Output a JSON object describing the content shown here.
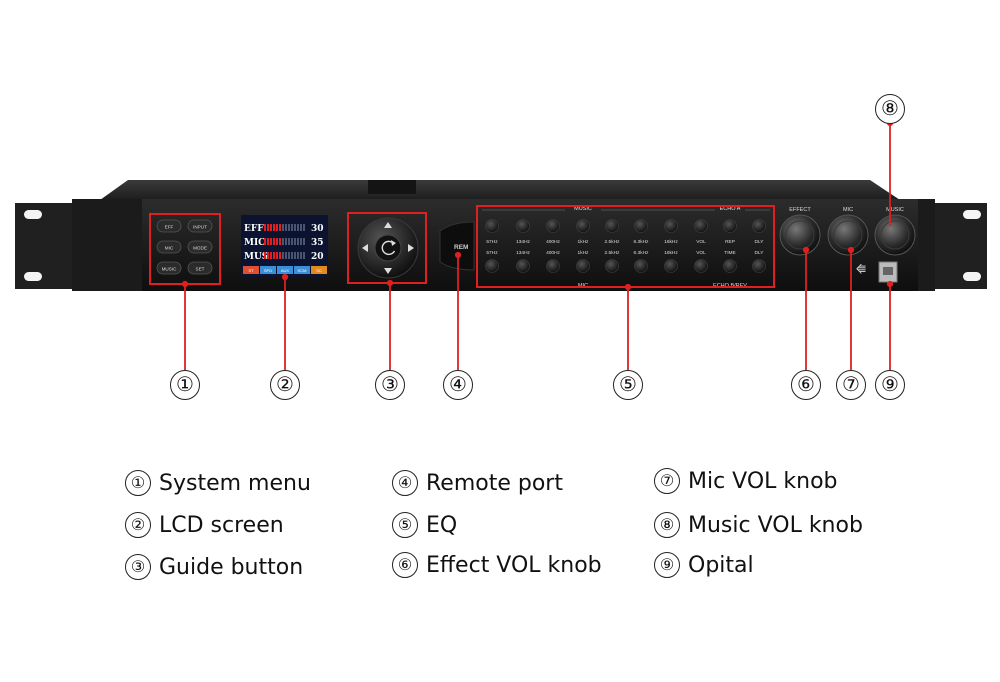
{
  "device": {
    "menu_buttons": [
      "EFF",
      "INPUT",
      "MIC",
      "MODE",
      "MUSIC",
      "SET"
    ],
    "lcd": {
      "rows": [
        {
          "label": "EFF",
          "value": "30"
        },
        {
          "label": "MIC",
          "value": "35"
        },
        {
          "label": "MUS",
          "value": "20"
        }
      ],
      "tabs": [
        "ST",
        "SPD",
        "AUX",
        "SCM",
        "SC"
      ]
    },
    "remote_label": "REM",
    "eq_headers": {
      "music": "MUSIC",
      "echo_a": "ECHO A",
      "mic": "MIC",
      "echo_b": "ECHO B/REV"
    },
    "eq_top_labels": [
      "57Hz",
      "134Hz",
      "400Hz",
      "1kHz",
      "2.5kHz",
      "6.3kHz",
      "16kHz",
      "VOL",
      "REP",
      "DLY"
    ],
    "eq_bottom_labels": [
      "57Hz",
      "134Hz",
      "400Hz",
      "1kHz",
      "2.5kHz",
      "6.3kHz",
      "16kHz",
      "VOL",
      "TIME",
      "DLY"
    ],
    "knob_labels": [
      "EFFECT",
      "MIC",
      "MUSIC"
    ]
  },
  "callouts": [
    "①",
    "②",
    "③",
    "④",
    "⑤",
    "⑥",
    "⑦",
    "⑧",
    "⑨"
  ],
  "legend": [
    {
      "num": "①",
      "text": "System menu"
    },
    {
      "num": "②",
      "text": "LCD screen"
    },
    {
      "num": "③",
      "text": "Guide button"
    },
    {
      "num": "④",
      "text": "Remote port"
    },
    {
      "num": "⑤",
      "text": "EQ"
    },
    {
      "num": "⑥",
      "text": "Effect VOL knob"
    },
    {
      "num": "⑦",
      "text": "Mic VOL knob"
    },
    {
      "num": "⑧",
      "text": "Music VOL knob"
    },
    {
      "num": "⑨",
      "text": "Opital"
    }
  ],
  "colors": {
    "highlight": "#e02020",
    "panel": "#1a1a1a",
    "lcd_bg": "#0b1330"
  }
}
